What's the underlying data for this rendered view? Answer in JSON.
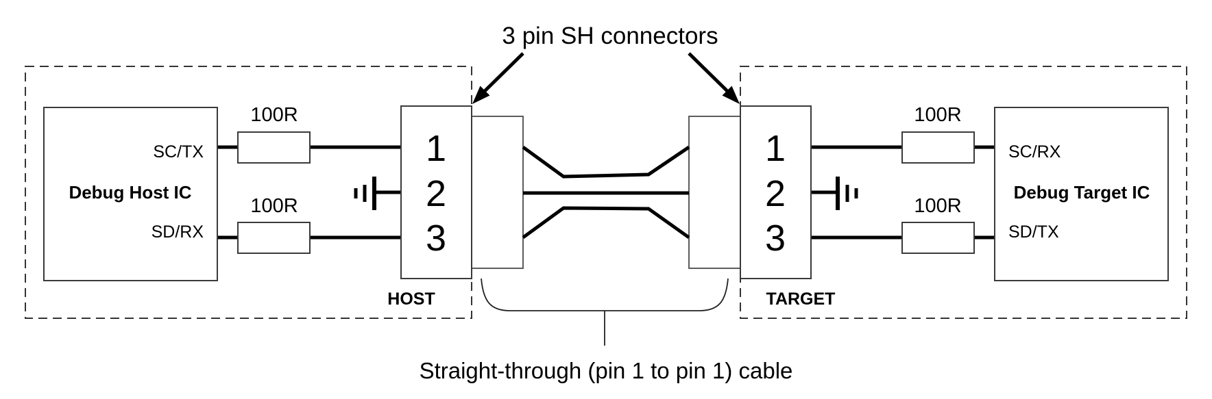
{
  "callouts": {
    "connectors": "3 pin SH connectors",
    "cable": "Straight-through (pin 1 to pin 1) cable"
  },
  "host": {
    "enclosure_label": "HOST",
    "ic_name": "Debug Host IC",
    "ic_pins": {
      "top": "SC/TX",
      "bottom": "SD/RX"
    },
    "resistors": [
      "100R",
      "100R"
    ],
    "connector_pins": [
      "1",
      "2",
      "3"
    ]
  },
  "target": {
    "enclosure_label": "TARGET",
    "ic_name": "Debug Target IC",
    "ic_pins": {
      "top": "SC/RX",
      "bottom": "SD/TX"
    },
    "resistors": [
      "100R",
      "100R"
    ],
    "connector_pins": [
      "1",
      "2",
      "3"
    ]
  },
  "colors": {
    "line": "#000000",
    "background": "#ffffff"
  }
}
